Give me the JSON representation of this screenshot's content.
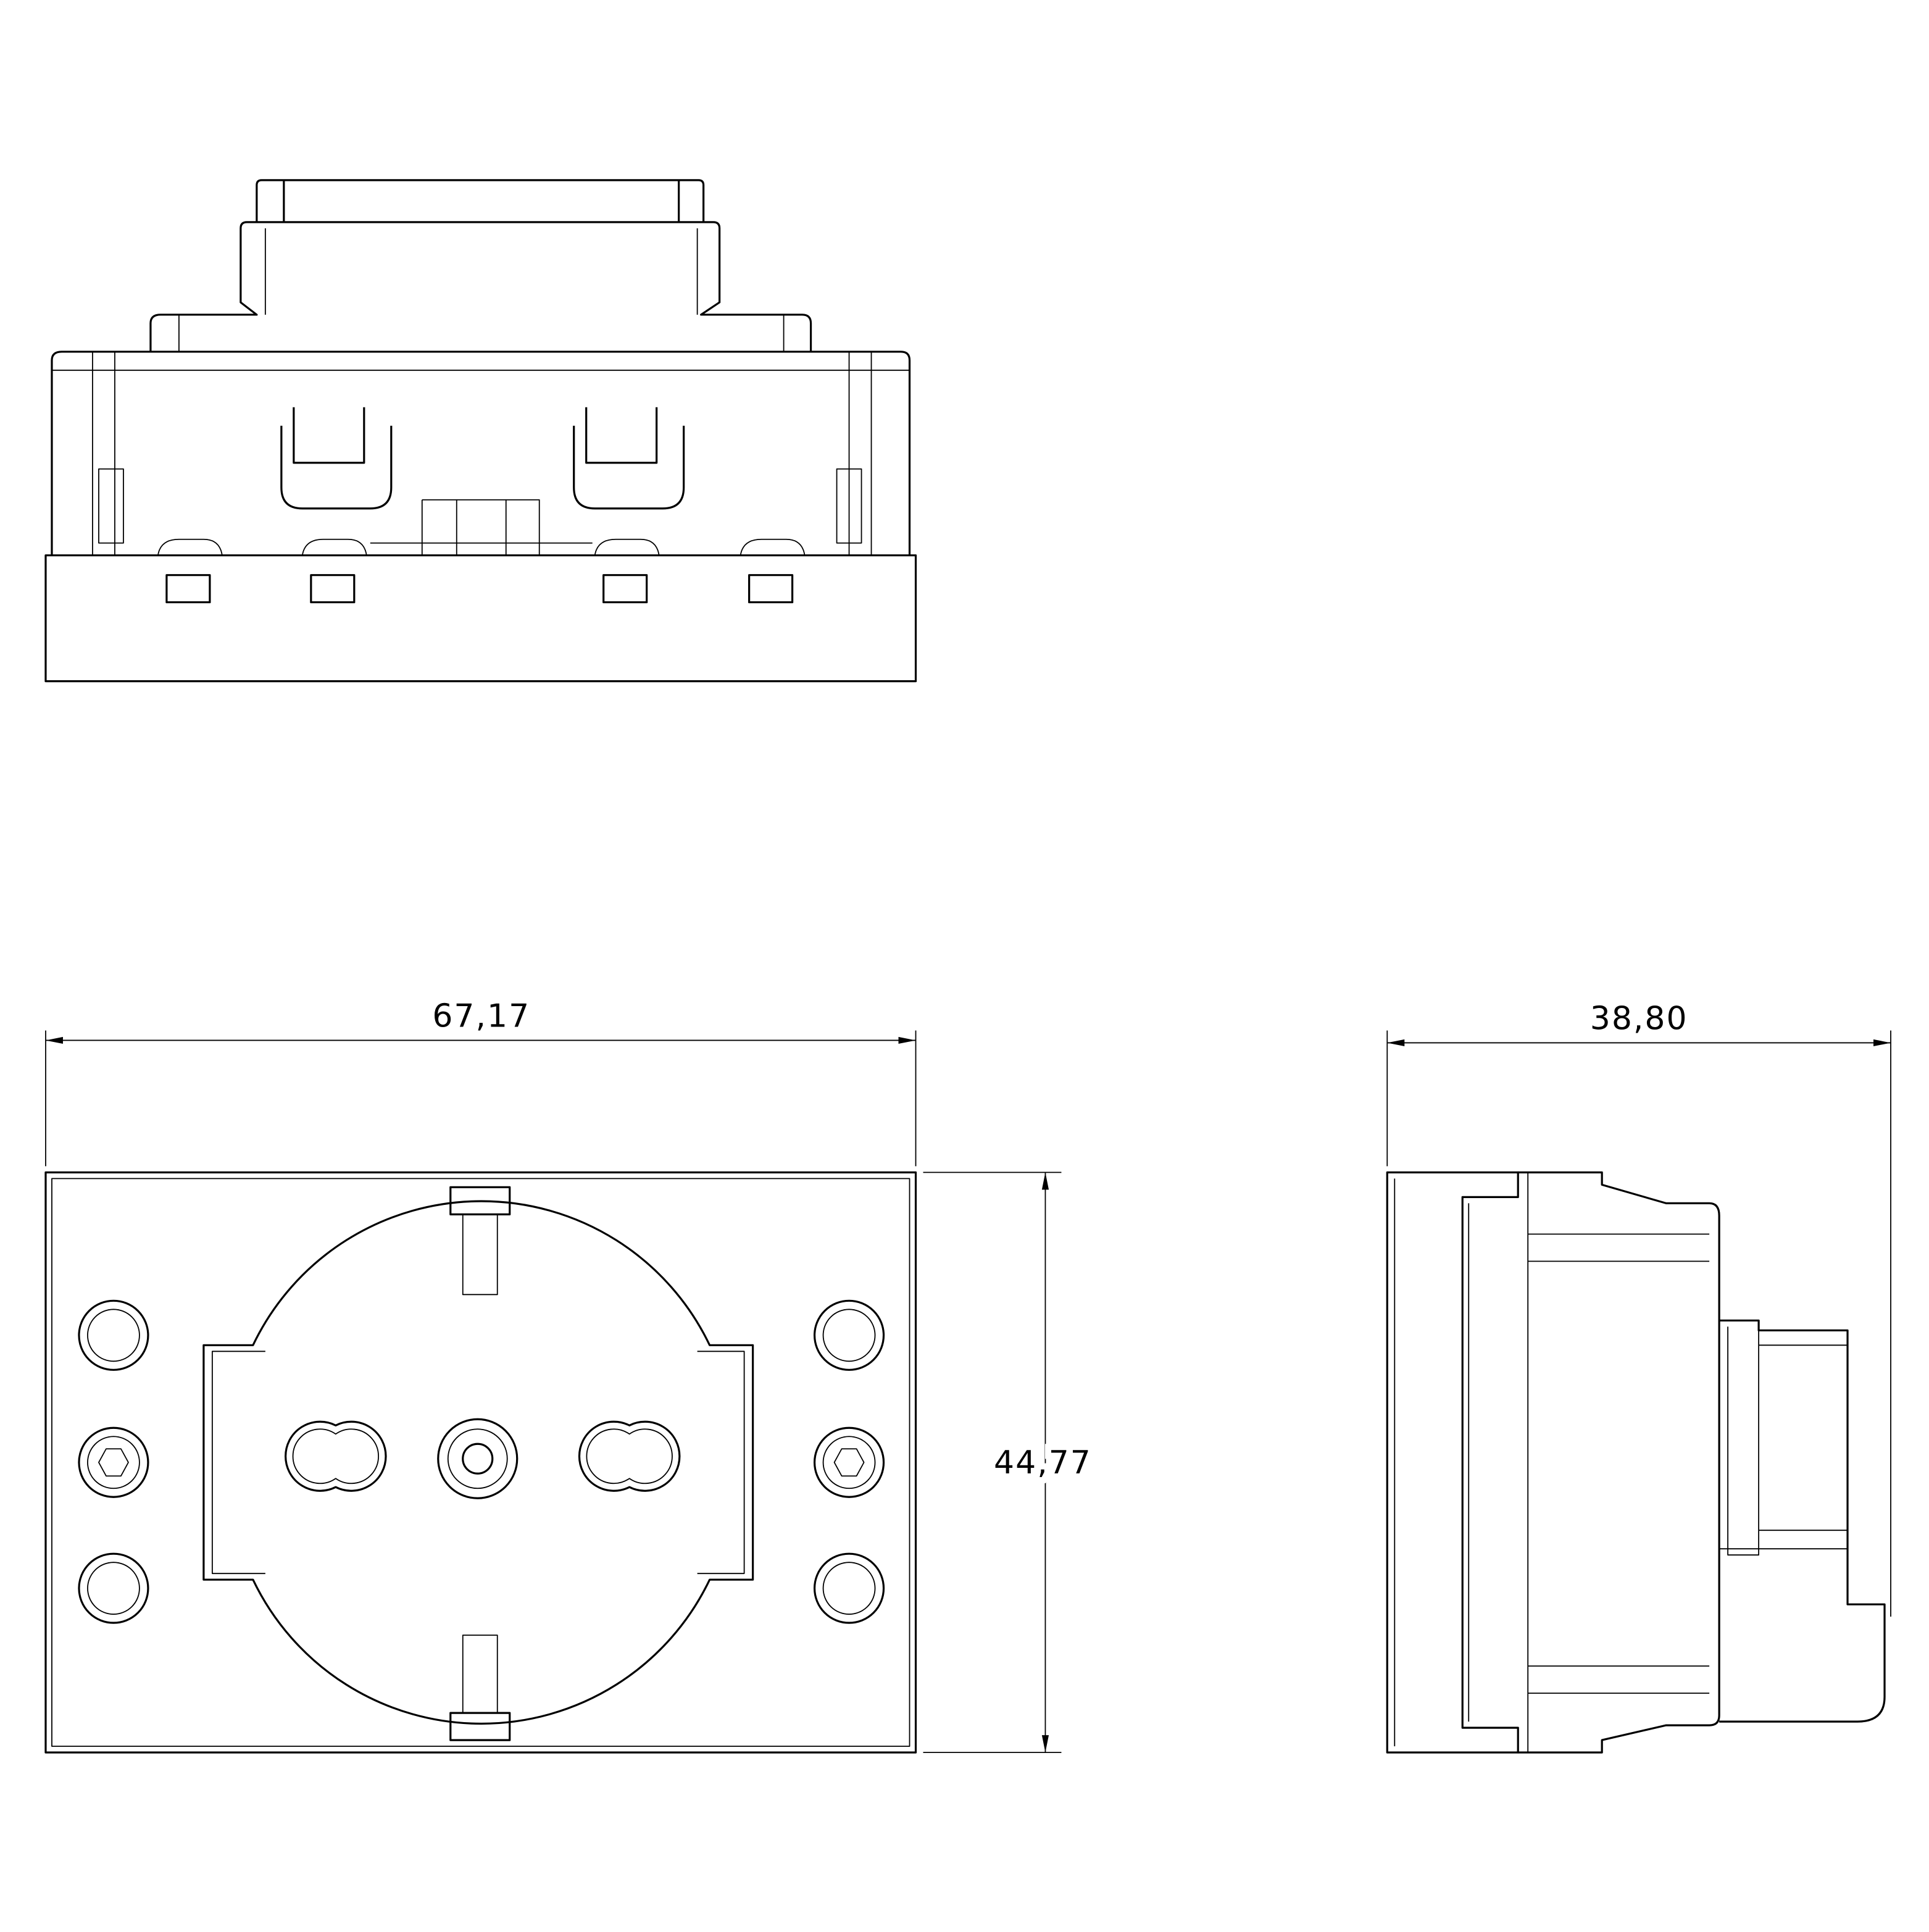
{
  "drawing": {
    "views": [
      "top-view",
      "front-view",
      "side-view"
    ],
    "dimensions": {
      "width": "67,17",
      "height": "44,77",
      "depth": "38,80"
    },
    "line_color": "#000000",
    "background": "#ffffff"
  }
}
